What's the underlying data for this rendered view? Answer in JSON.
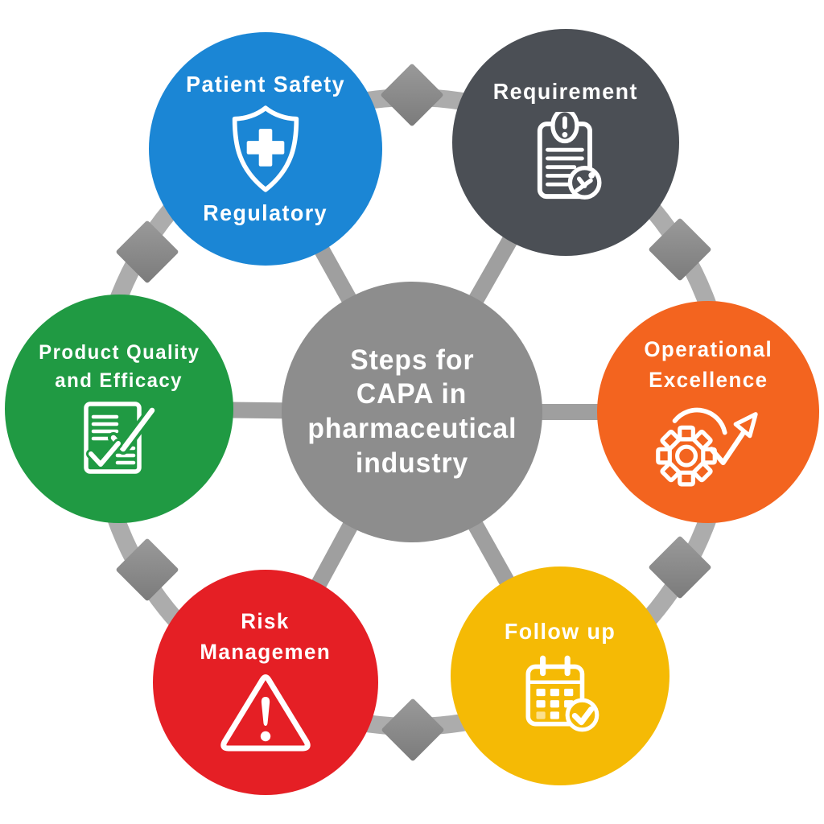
{
  "diagram": {
    "title": "Steps for CAPA in pharmaceutical industry",
    "center": {
      "line1": "Steps for",
      "line2": "CAPA in",
      "line3": "pharmaceutical",
      "line4": "industry",
      "color": "#8d8d8d"
    },
    "nodes": {
      "patient_safety": {
        "top_label": "Patient Safety",
        "bottom_label": "Regulatory",
        "color": "#1b86d5",
        "icon": "shield-cross-icon"
      },
      "requirement": {
        "label": "Requirement",
        "color": "#4b4f55",
        "icon": "document-alert-icon"
      },
      "product_quality": {
        "line1": "Product Quality",
        "line2": "and Efficacy",
        "color": "#209a43",
        "icon": "checklist-check-icon"
      },
      "operational": {
        "line1": "Operational",
        "line2": "Excellence",
        "color": "#f3641f",
        "icon": "gear-growth-arrow-icon"
      },
      "risk": {
        "line1": "Risk",
        "line2": "Managemen",
        "color": "#e51f25",
        "icon": "warning-triangle-icon"
      },
      "follow_up": {
        "label": "Follow up",
        "color": "#f5ba05",
        "icon": "calendar-clock-check-icon"
      }
    },
    "connector_colors": {
      "ring": "#acacac",
      "spokes": "#9f9f9f",
      "diamond": "#8a8a8a"
    },
    "background": "#ffffff"
  }
}
